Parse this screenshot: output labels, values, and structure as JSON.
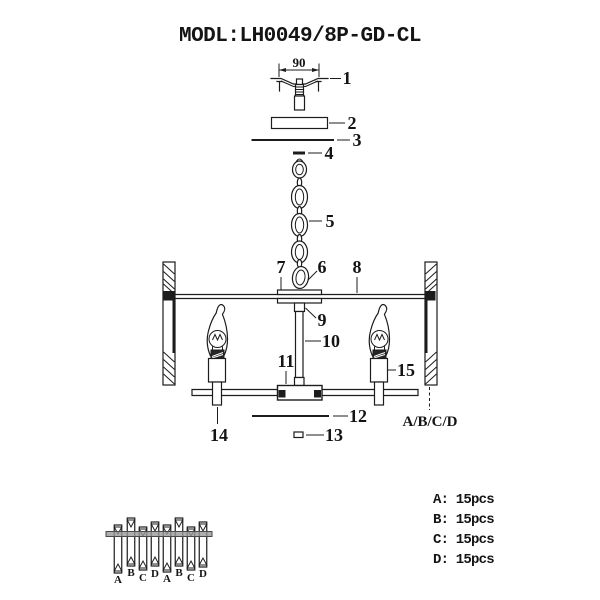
{
  "title": "MODL:LH0049/8P-GD-CL",
  "diagram": {
    "dimension_label": "90",
    "part_labels": [
      "1",
      "2",
      "3",
      "4",
      "5",
      "6",
      "7",
      "8",
      "9",
      "10",
      "11",
      "12",
      "13",
      "14",
      "15"
    ],
    "variant_label": "A/B/C/D"
  },
  "parts_list": {
    "items": [
      {
        "label": "A: 15pcs"
      },
      {
        "label": "B: 15pcs"
      },
      {
        "label": "C: 15pcs"
      },
      {
        "label": "D: 15pcs"
      }
    ]
  },
  "crystal_diagram": {
    "labels": [
      "A",
      "B",
      "C",
      "D",
      "A",
      "B",
      "C",
      "D"
    ]
  },
  "colors": {
    "line": "#1c1c1c",
    "background": "#ffffff",
    "rod_gray": "#999999"
  }
}
